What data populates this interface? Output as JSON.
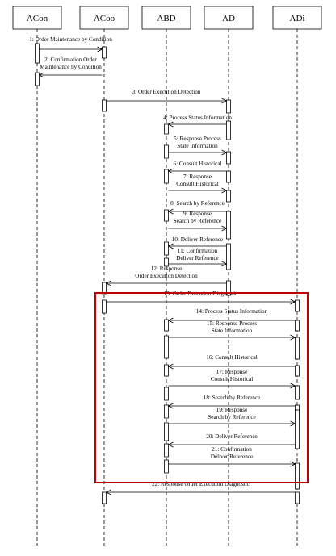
{
  "diagram": {
    "actors": [
      {
        "id": "acon",
        "label": "ACon"
      },
      {
        "id": "acoo",
        "label": "ACoo"
      },
      {
        "id": "abd",
        "label": "ABD"
      },
      {
        "id": "ad",
        "label": "AD"
      },
      {
        "id": "adi",
        "label": "ADi"
      }
    ],
    "messages": [
      {
        "num": 1,
        "lines": [
          "1: Order Maintenance by Condition"
        ]
      },
      {
        "num": 2,
        "lines": [
          "2: Confirmation Order",
          "Maintenance by Condition"
        ]
      },
      {
        "num": 3,
        "lines": [
          "3: Order Execution Detection"
        ]
      },
      {
        "num": 4,
        "lines": [
          "4: Process Status Information"
        ]
      },
      {
        "num": 5,
        "lines": [
          "5: Response Process",
          "State Information"
        ]
      },
      {
        "num": 6,
        "lines": [
          "6: Consult Historical"
        ]
      },
      {
        "num": 7,
        "lines": [
          "7: Response",
          "Consult Historical"
        ]
      },
      {
        "num": 8,
        "lines": [
          "8: Search by Reference"
        ]
      },
      {
        "num": 9,
        "lines": [
          "9: Response",
          "Search by Reference"
        ]
      },
      {
        "num": 10,
        "lines": [
          "10: Deliver Reference"
        ]
      },
      {
        "num": 11,
        "lines": [
          "11: Confirmation",
          "Deliver Reference"
        ]
      },
      {
        "num": 12,
        "lines": [
          "12: Response",
          "Order Execution Detection"
        ]
      },
      {
        "num": 13,
        "lines": [
          "13: Order Execution Diagnostic"
        ]
      },
      {
        "num": 14,
        "lines": [
          "14: Process Status Information"
        ]
      },
      {
        "num": 15,
        "lines": [
          "15: Response Process",
          "State Information"
        ]
      },
      {
        "num": 16,
        "lines": [
          "16: Consult Historical"
        ]
      },
      {
        "num": 17,
        "lines": [
          "17: Response",
          "Consult Historical"
        ]
      },
      {
        "num": 18,
        "lines": [
          "18: Search by Reference"
        ]
      },
      {
        "num": 19,
        "lines": [
          "19: Response",
          "Search by Reference"
        ]
      },
      {
        "num": 20,
        "lines": [
          "20: Deliver Reference"
        ]
      },
      {
        "num": 21,
        "lines": [
          "21: Confirmation",
          "Deliver Reference"
        ]
      },
      {
        "num": 22,
        "lines": [
          "22: Response Order Execution Diagnostic"
        ]
      }
    ],
    "highlight_color": "#c00000",
    "line_color": "#000000"
  }
}
